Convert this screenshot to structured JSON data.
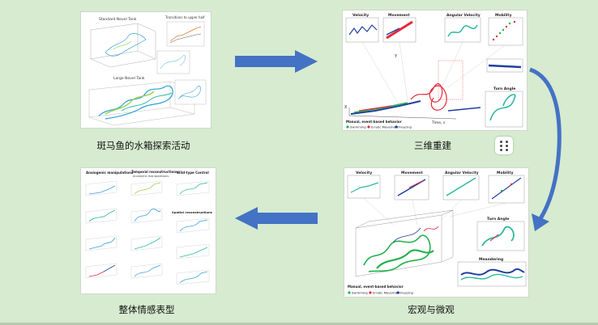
{
  "captions": {
    "top_left": "斑马鱼的水箱探索活动",
    "top_right": "三维重建",
    "bottom_left": "整体情感表型",
    "bottom_right": "宏观与微观"
  },
  "panel1": {
    "title_small": "Standard Novel Tank",
    "title_large": "Large Novel Tank",
    "inset_title": "Transitions to upper half"
  },
  "panel2": {
    "insets": [
      "Velocity",
      "Movement",
      "Angular Velocity",
      "Mobility"
    ],
    "turn_angle": "Turn Angle",
    "legend_title": "Manual, event-based behavior",
    "legend": [
      "Swimming",
      "Erratic Movement",
      "Freezing"
    ],
    "axis_time": "Time, s",
    "axis_y": "Y",
    "axis_x": "X"
  },
  "panel3": {
    "headers": [
      "Anxiogenic manipulations",
      "Temporal reconstructions",
      "Wild-type Control"
    ],
    "sub_headers": [
      "Anxiolytic manipulations",
      "Spatial reconstructions"
    ]
  },
  "panel4": {
    "insets": [
      "Velocity",
      "Movement",
      "Angular Velocity",
      "Mobility"
    ],
    "turn_angle": "Turn Angle",
    "meandering": "Meandering",
    "legend_title": "Manual, event-based behavior",
    "legend": [
      "Swimming",
      "Erratic Movement",
      "Freezing"
    ]
  },
  "colors": {
    "background": "#d6ebd0",
    "arrow": "#4472c4",
    "swimming": "#22b14c",
    "erratic": "#e8283a",
    "freezing": "#1f3f9f"
  }
}
